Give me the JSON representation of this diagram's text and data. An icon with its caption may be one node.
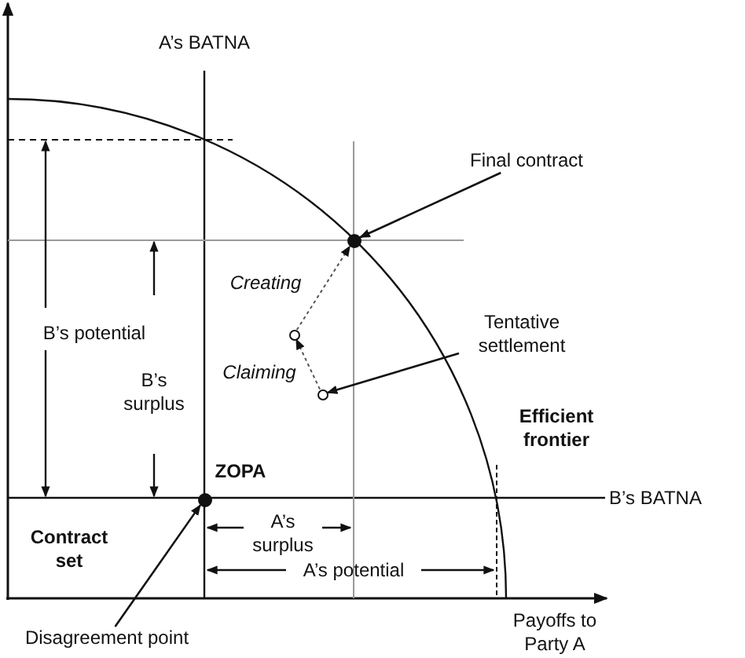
{
  "diagram": {
    "nodes": [
      {
        "text": [
          "Final contract"
        ]
      },
      {
        "text": [],
        "shape": "circle"
      },
      {
        "text": [
          "Tentative settlement"
        ]
      },
      {
        "text": [],
        "shape": "circle"
      },
      {
        "text": [],
        "shape": "circle"
      },
      {
        "text": [
          "Disagreement point"
        ]
      },
      {
        "text": [],
        "shape": "circle"
      }
    ],
    "edges": [
      {
        "from": 0,
        "to": 1,
        "arrow": "to"
      },
      {
        "from": 2,
        "to": 3,
        "arrow": "to"
      },
      {
        "from": 3,
        "to": 4,
        "arrow": "to",
        "label": "Claiming",
        "style": "dashed"
      },
      {
        "from": 4,
        "to": 1,
        "arrow": "to",
        "label": "Creating",
        "style": "dashed"
      },
      {
        "from": 5,
        "to": 6,
        "arrow": "to"
      }
    ],
    "labels": [
      "A’s BATNA",
      "B’s potential",
      "B’s surplus",
      "ZOPA",
      "Efficient frontier",
      "B’s BATNA",
      "Contract set",
      "A’s surplus",
      "A’s potential",
      "Payoffs to Party A"
    ]
  }
}
